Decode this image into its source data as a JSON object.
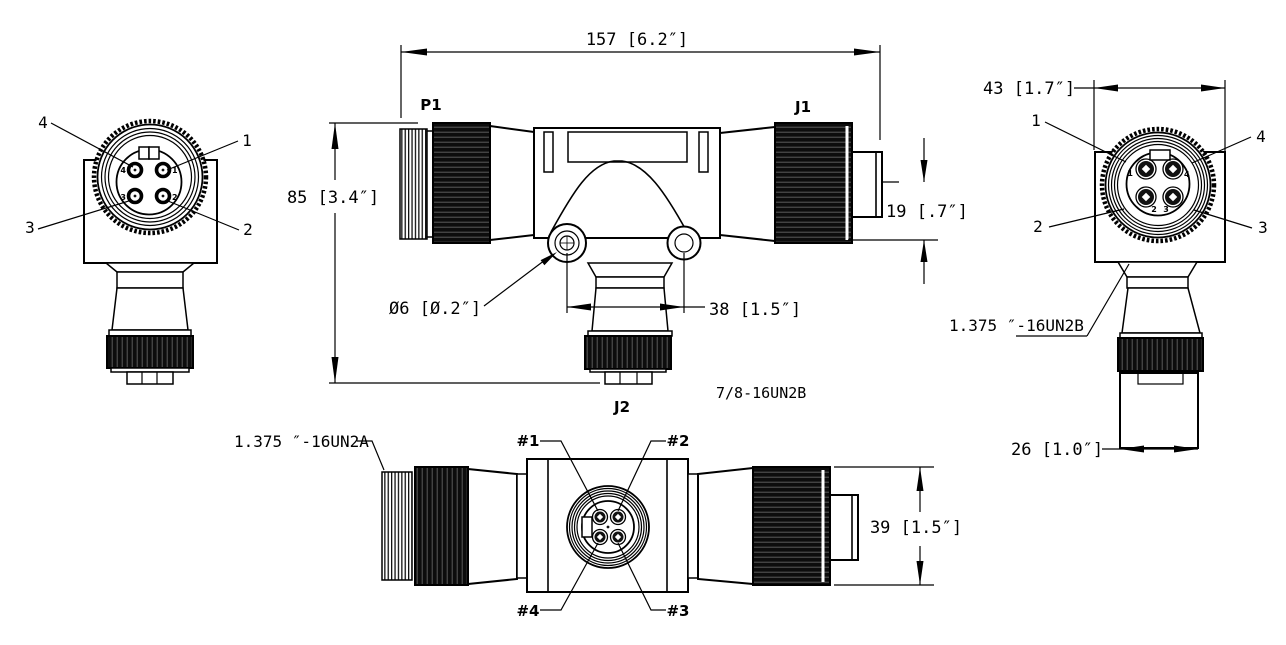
{
  "drawing": {
    "type": "connector-t-coupler-dimension-drawing",
    "line_color": "#000000",
    "background": "#ffffff"
  },
  "center_view": {
    "label_p1": "P1",
    "label_j1": "J1",
    "label_j2": "J2",
    "dim_overall_length": "157 [6.2″]",
    "dim_overall_height": "85 [3.4″]",
    "dim_end_height": "19 [.7″]",
    "dim_mount_hole": "Ø6 [Ø.2″]",
    "dim_hole_spacing": "38 [1.5″]",
    "thread_j2": "7/8-16UN2B"
  },
  "left_view": {
    "callouts": {
      "pin4": "4",
      "pin1": "1",
      "pin3": "3",
      "pin2": "2"
    },
    "face_digits": {
      "tl": "4",
      "tr": "1",
      "bl": "3",
      "br": "2"
    }
  },
  "right_view": {
    "dim_body_width": "43 [1.7″]",
    "dim_lower_body": "26 [1.0″]",
    "thread_coupling": "1.375 ″-16UN2B",
    "callouts": {
      "pin1": "1",
      "pin4": "4",
      "pin2": "2",
      "pin3": "3"
    },
    "face_digits": {
      "tl": "1",
      "tr": "4",
      "bl": "2",
      "br": "3"
    }
  },
  "bottom_view": {
    "thread_male": "1.375 ″-16UN2A",
    "dim_connector_height": "39 [1.5″]",
    "callouts": {
      "pin1": "#1",
      "pin2": "#2",
      "pin3": "#3",
      "pin4": "#4"
    }
  }
}
